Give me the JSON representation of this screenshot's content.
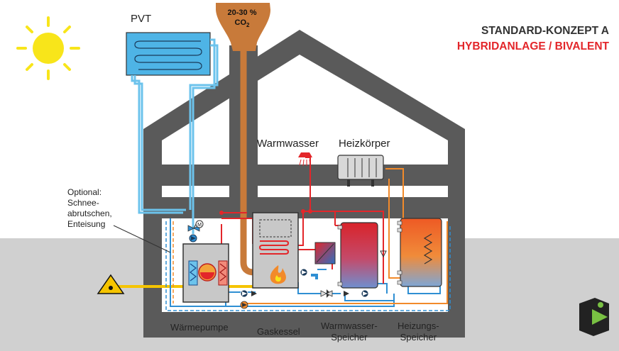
{
  "title": {
    "line1": "STANDARD-KONZEPT A",
    "line2": "HYBRIDANLAGE / BIVALENT"
  },
  "labels": {
    "pvt": "PVT",
    "co2_range": "20-30 %",
    "co2": "CO",
    "co2_sub": "2",
    "warmwasser": "Warmwasser",
    "heizkoerper": "Heizkörper",
    "optional": [
      "Optional:",
      "Schnee-",
      "abrutschen,",
      "Enteisung"
    ],
    "waermepumpe": "Wärmepumpe",
    "gaskessel": "Gaskessel",
    "ww_speicher": [
      "Warmwasser-",
      "Speicher"
    ],
    "hz_speicher": [
      "Heizungs-",
      "Speicher"
    ],
    "motor_valve": "M"
  },
  "colors": {
    "title_accent": "#e3262a",
    "house": "#5a5a5a",
    "ground": "#d0d0d0",
    "hot_pipe": "#e3262a",
    "cold_pipe": "#2f8fd3",
    "solar_pipe": "#6cc3ec",
    "heating_pipe": "#f28a2a",
    "gas_pipe": "#f5c400",
    "exhaust": "#c87a3a",
    "sun": "#f8e51a"
  },
  "icons": {
    "sun": "sun-icon",
    "shower": "shower-icon",
    "radiator": "radiator-icon",
    "flame": "flame-icon",
    "gas_warning": "gas-warning-icon",
    "logo": "logo-icon"
  }
}
